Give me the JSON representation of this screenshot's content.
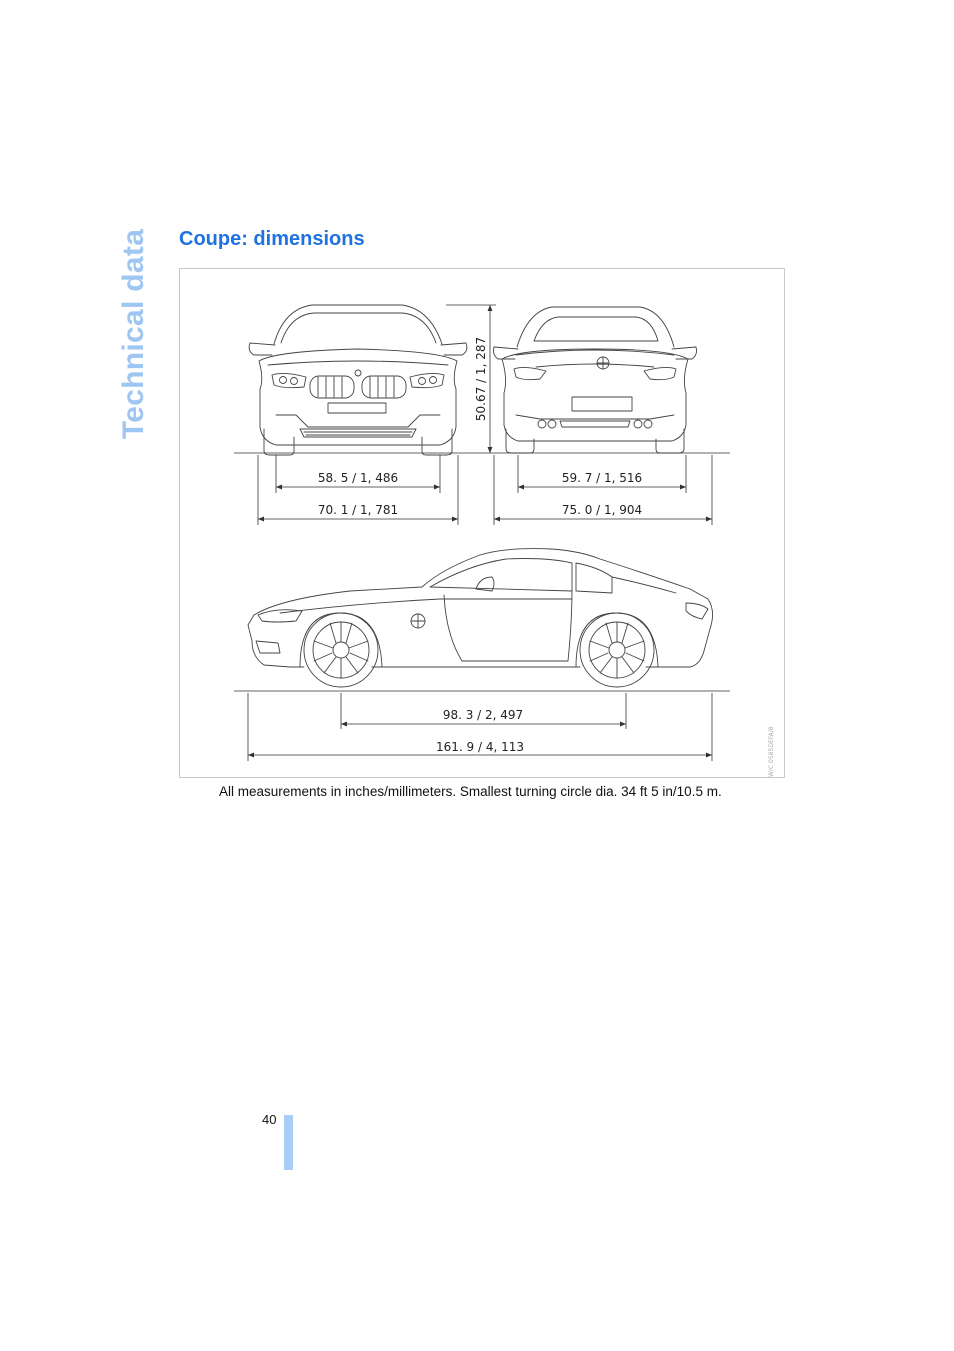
{
  "section_title": "Technical data",
  "heading": "Coupe: dimensions",
  "figure": {
    "dimensions": {
      "front_track": "58. 5 / 1, 486",
      "front_width": "70. 1 / 1, 781",
      "height": "50.67 / 1, 287",
      "rear_track": "59. 7 / 1, 516",
      "rear_width": "75. 0 / 1, 904",
      "wheelbase": "98. 3 / 2, 497",
      "length": "161. 9 / 4, 113"
    },
    "image_code": "W/C 0585DEFA/8"
  },
  "caption": "All measurements in inches/millimeters. Smallest turning circle dia. 34 ft 5 in/10.5 m.",
  "page_number": "40"
}
